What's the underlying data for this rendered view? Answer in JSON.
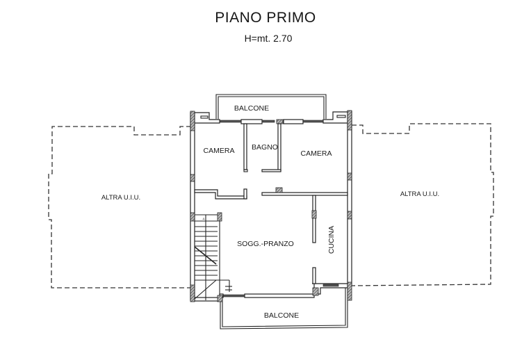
{
  "header": {
    "title": "PIANO PRIMO",
    "height_note": "H=mt. 2.70"
  },
  "rooms": {
    "balcone_top": "BALCONE",
    "balcone_bottom": "BALCONE",
    "camera_left": "CAMERA",
    "bagno": "BAGNO",
    "camera_right": "CAMERA",
    "soggiorno_pranzo": "SOGG.-PRANZO",
    "cucina": "CUCINA",
    "altra_uiu_left": "ALTRA U.I.U.",
    "altra_uiu_right": "ALTRA U.I.U."
  },
  "colors": {
    "line": "#222222",
    "background": "#ffffff"
  }
}
